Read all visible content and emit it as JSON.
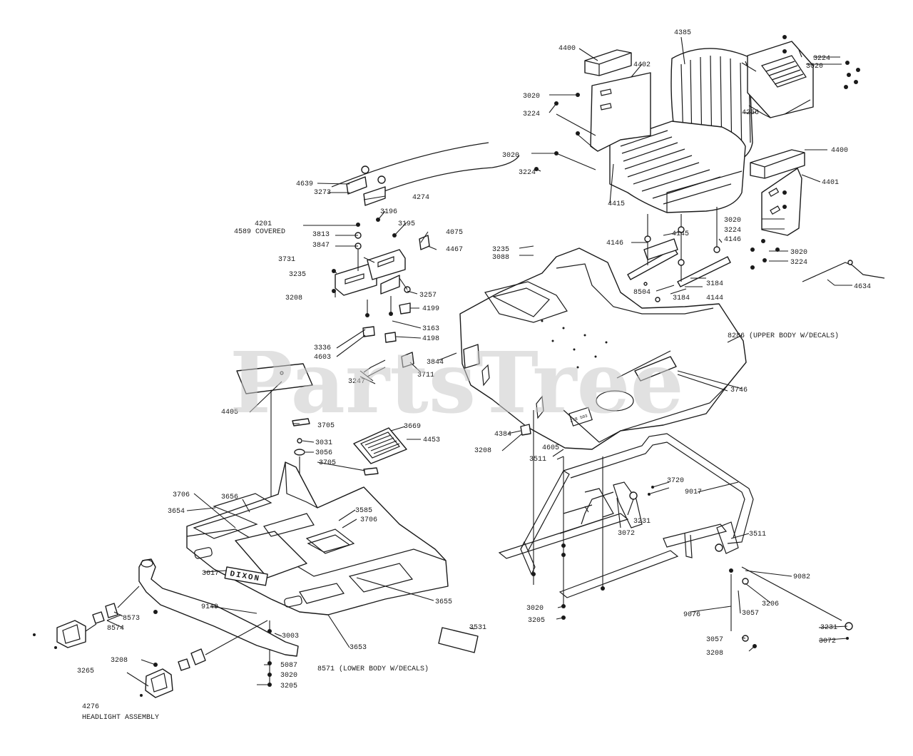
{
  "watermark": "PartsTree",
  "labels": {
    "l4385": "4385",
    "l4400a": "4400",
    "l4402": "4402",
    "l3224a": "3224",
    "l3020a": "3020",
    "l4256": "4256",
    "l3020b": "3020",
    "l3224b": "3224",
    "l3020c": "3020",
    "l3224c": "3224",
    "l4400b": "4400",
    "l4401": "4401",
    "l4415": "4415",
    "l4639": "4639",
    "l4274": "4274",
    "l3273": "3273",
    "l4201": "4201",
    "l4589": "4589 COVERED",
    "l3196": "3196",
    "l3195": "3195",
    "l4075": "4075",
    "l3813": "3813",
    "l3847": "3847",
    "l4467": "4467",
    "l3731": "3731",
    "l3235a": "3235",
    "l3208a": "3208",
    "l3257": "3257",
    "l4199": "4199",
    "l3163": "3163",
    "l4198": "4198",
    "l3336": "3336",
    "l4603": "4603",
    "l3235b": "3235",
    "l3088": "3088",
    "l4146a": "4146",
    "l4145": "4145",
    "l4146b": "4146",
    "l3020d": "3020",
    "l3224d": "3224",
    "l3020e": "3020",
    "l3224e": "3224",
    "l8504": "8504",
    "l3184a": "3184",
    "l3184b": "3184",
    "l4144": "4144",
    "l4634": "4634",
    "l8286": "8286 (UPPER BODY W/DECALS)",
    "l3844": "3844",
    "l3711": "3711",
    "l3247": "3247",
    "l3746": "3746",
    "l4405": "4405",
    "l3705a": "3705",
    "l3669": "3669",
    "l4453": "4453",
    "l3031": "3031",
    "l3056": "3056",
    "l3705b": "3705",
    "l4384": "4384",
    "l3208b": "3208",
    "l4605": "4605",
    "l3511a": "3511",
    "l3720": "3720",
    "l9017": "9017",
    "l3706a": "3706",
    "l3656": "3656",
    "l3654": "3654",
    "l3585": "3585",
    "l3706b": "3706",
    "l3231a": "3231",
    "l3072a": "3072",
    "l3511b": "3511",
    "l3617": "3617",
    "l8573": "8573",
    "l8574": "8574",
    "l9149": "9149",
    "l3655": "3655",
    "l9082": "9082",
    "l3020f": "3020",
    "l3206": "3206",
    "l3205a": "3205",
    "l3057a": "3057",
    "l9076": "9076",
    "l3531": "3531",
    "l3003": "3003",
    "l3653": "3653",
    "l3231b": "3231",
    "l3057b": "3057",
    "l3072b": "3072",
    "l3208c": "3208",
    "l3208d": "3208",
    "l8571": "8571 (LOWER BODY W/DECALS)",
    "l5087": "5087",
    "l3020g": "3020",
    "l3265": "3265",
    "l3205b": "3205",
    "l4276": "4276",
    "l4276sub": "HEADLIGHT ASSEMBLY"
  },
  "decals": {
    "brand": "DIXON",
    "dash_badge": "ZTR 503"
  }
}
